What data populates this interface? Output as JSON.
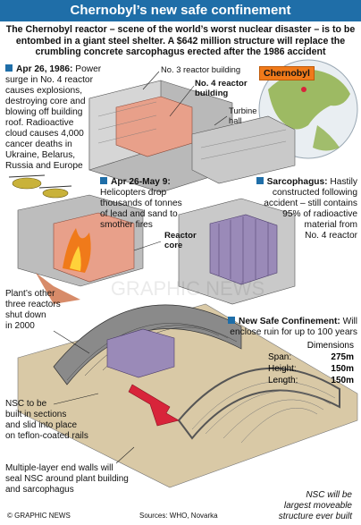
{
  "title": "Chernobyl’s new safe confinement",
  "intro": "The Chernobyl reactor – scene of the world’s worst nuclear disaster – is to be entombed in a giant steel shelter. A $642 million structure will replace the crumbling concrete sarcophagus erected after the 1986 accident",
  "sections": {
    "apr26": {
      "heading": "Apr 26, 1986:",
      "body_lines": [
        "Power",
        "surge in No. 4 reactor",
        "causes explosions,",
        "destroying core and",
        "blowing off building",
        "roof. Radioactive",
        "cloud causes 4,000",
        "cancer deaths in",
        "Ukraine, Belarus,",
        "Russia and Europe"
      ]
    },
    "apr26may9": {
      "heading": "Apr 26-May 9:",
      "body_lines": [
        "Helicopters drop",
        "thousands of tonnes",
        "of lead and sand to",
        "smother fires"
      ]
    },
    "sarcophagus": {
      "heading": "Sarcophagus:",
      "body_lines": [
        "Hastily",
        "constructed following",
        "accident – still contains",
        "95% of radioactive",
        "material from",
        "No. 4 reactor"
      ]
    },
    "nsc": {
      "heading": "New Safe Confinement:",
      "body_lines": [
        "Will",
        "enclose ruin for up to 100 years"
      ],
      "dimensions_label": "Dimensions",
      "dimensions": [
        {
          "name": "Span:",
          "value": "275m"
        },
        {
          "name": "Height:",
          "value": "150m"
        },
        {
          "name": "Length:",
          "value": "150m"
        }
      ]
    }
  },
  "labels": {
    "reactor3": "No. 3 reactor building",
    "reactor4_line1": "No. 4 reactor",
    "reactor4_line2": "building",
    "turbine_line1": "Turbine",
    "turbine_line2": "hall",
    "reactor_core_line1": "Reactor",
    "reactor_core_line2": "core",
    "other_reactors": [
      "Plant’s other",
      "three reactors",
      "shut down",
      "in 2000"
    ],
    "nsc_built": [
      "NSC to be",
      "built in sections",
      "and slid into place",
      "on teflon-coated rails"
    ],
    "end_walls": [
      "Multiple-layer end walls will",
      "seal NSC around plant building",
      "and sarcophagus"
    ],
    "nsc_moveable": [
      "NSC will be",
      "largest moveable",
      "structure ever built"
    ],
    "map_tag": "Chernobyl",
    "watermark": "GRAPHIC NEWS"
  },
  "footer": {
    "credit": "© GRAPHIC NEWS",
    "sources": "Sources: WHO, Novarka"
  },
  "colors": {
    "title_bg": "#1f6ea8",
    "accent_blue": "#1f6ea8",
    "reactor_pink": "#e8a08a",
    "sarcophagus_purple": "#9a8ab8",
    "fire_orange": "#f07a1a",
    "arrow_red": "#d8243a",
    "map_green": "#8fb04a"
  }
}
